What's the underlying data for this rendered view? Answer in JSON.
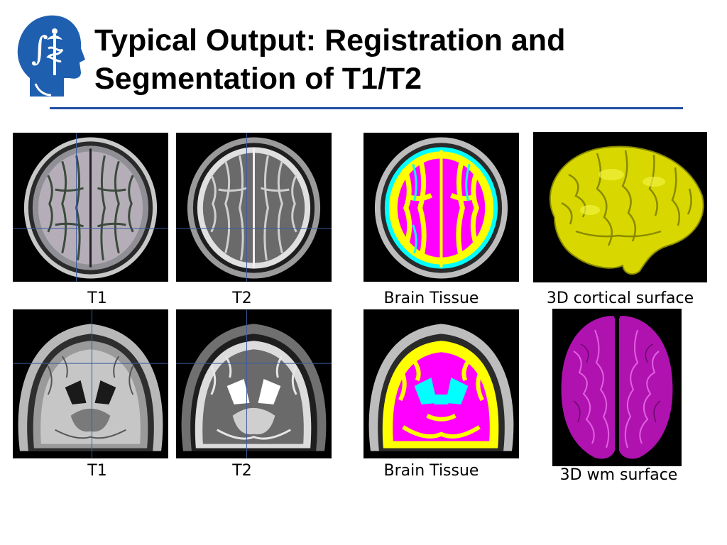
{
  "slide": {
    "title_line1": "Typical Output: Registration and",
    "title_line2": "Segmentation of T1/T2"
  },
  "colors": {
    "accent": "#1f4fa3",
    "segmentation_magenta": "#ff00ff",
    "segmentation_cyan": "#00ffff",
    "segmentation_yellow": "#ffff00"
  },
  "rows": [
    {
      "captions": [
        "T1",
        "T2",
        "Brain Tissue",
        "3D cortical surface"
      ]
    },
    {
      "captions": [
        "T1",
        "T2",
        "Brain Tissue",
        "3D wm surface"
      ]
    }
  ]
}
